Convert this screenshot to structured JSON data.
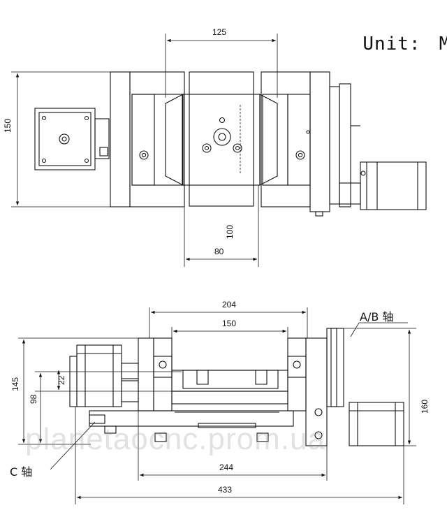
{
  "unit": {
    "label": "Unit:",
    "value": "MM"
  },
  "top_view": {
    "dims": {
      "width_125": "125",
      "height_150": "150",
      "height_100": "100",
      "width_80": "80"
    }
  },
  "front_view": {
    "dims": {
      "w204": "204",
      "w150": "150",
      "h145": "145",
      "h98": "98",
      "h22": "22",
      "h160": "160",
      "w244": "244",
      "w433": "433"
    },
    "ab_axis": "A/B 轴",
    "c_axis": "C 轴"
  },
  "watermark": "planetaocnc.prom.ua"
}
